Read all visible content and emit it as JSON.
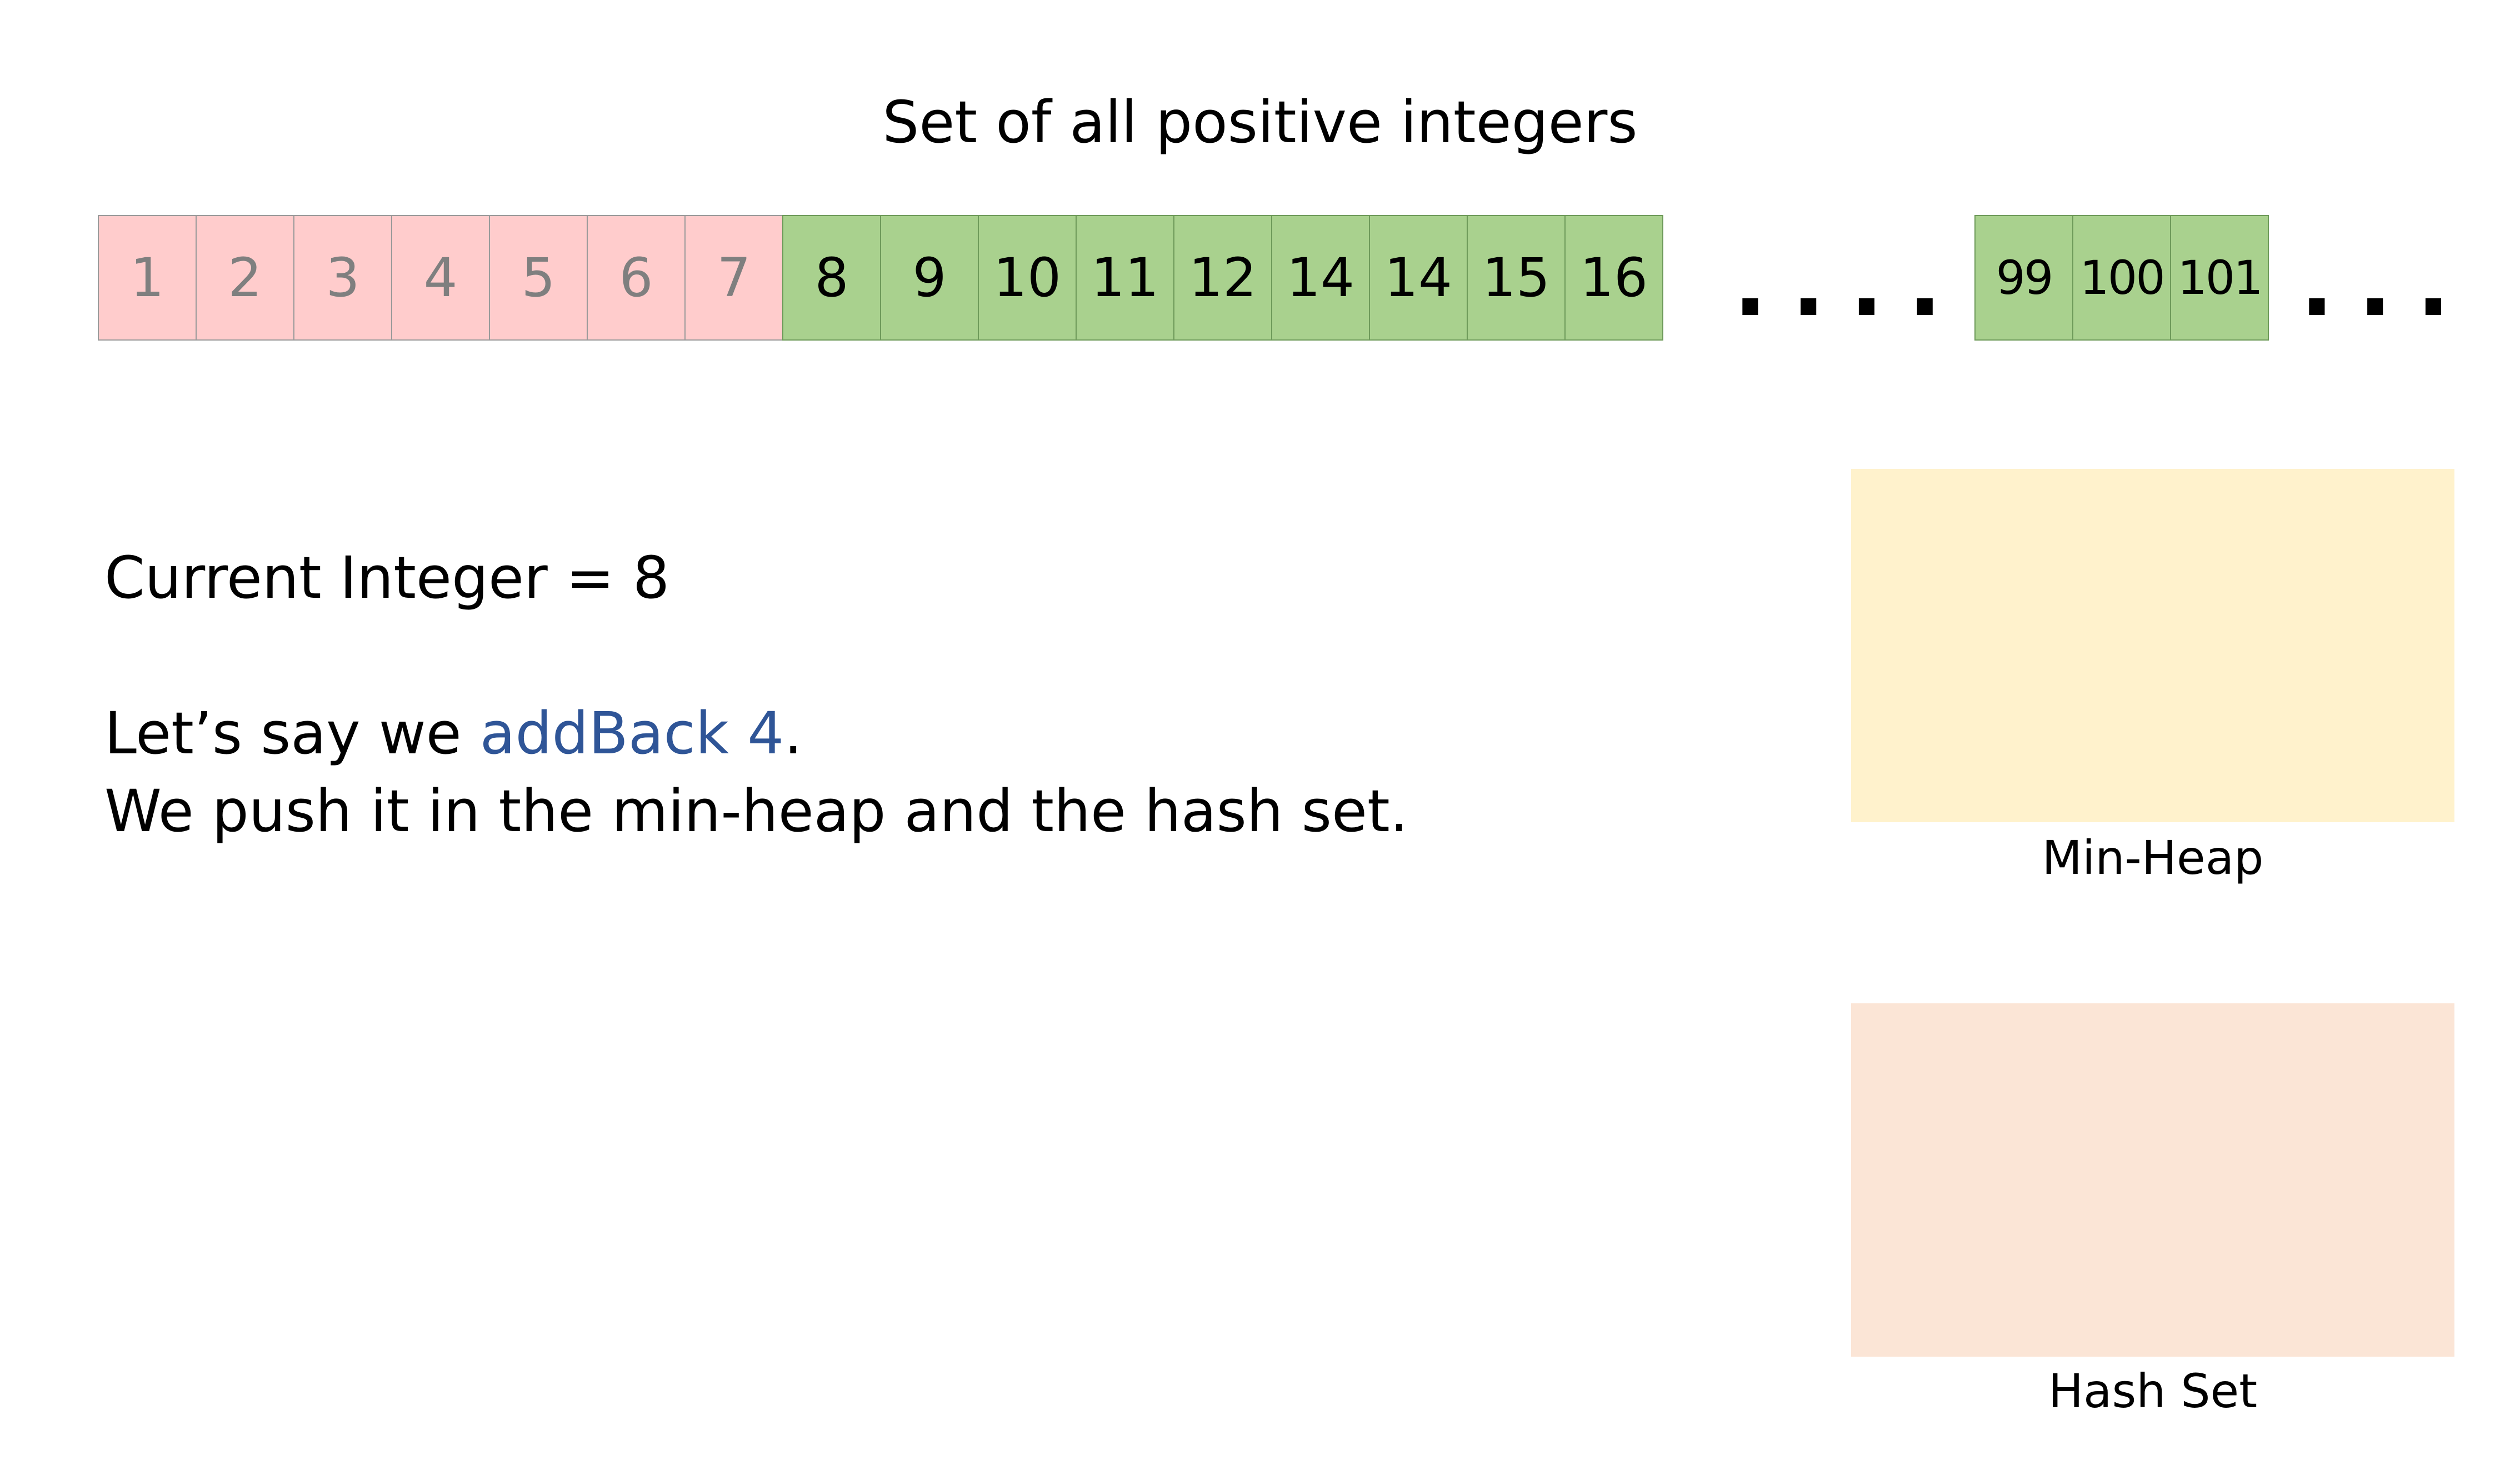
{
  "title": "Set of all positive integers",
  "removed_cells": [
    "1",
    "2",
    "3",
    "4",
    "5",
    "6",
    "7"
  ],
  "present_cells_1": [
    "8",
    "9",
    "10",
    "11",
    "12",
    "14",
    "14",
    "15",
    "16"
  ],
  "present_cells_2": [
    "99",
    "100",
    "101"
  ],
  "ellipsis_1": "....",
  "ellipsis_2": "...",
  "current_integer_text": "Current Integer = 8",
  "addback_prefix": "Let’s say we ",
  "addback_op": "addBack 4",
  "addback_suffix": ".",
  "push_text": "We push it in the min-heap and the hash set.",
  "min_heap_label": "Min-Heap",
  "hash_set_label": "Hash Set",
  "colors": {
    "removed": "#ffcccc",
    "present": "#a9d18e",
    "operation_text": "#2f5597",
    "min_heap_box": "#fff2cc",
    "hash_set_box": "#fbe5d6"
  }
}
